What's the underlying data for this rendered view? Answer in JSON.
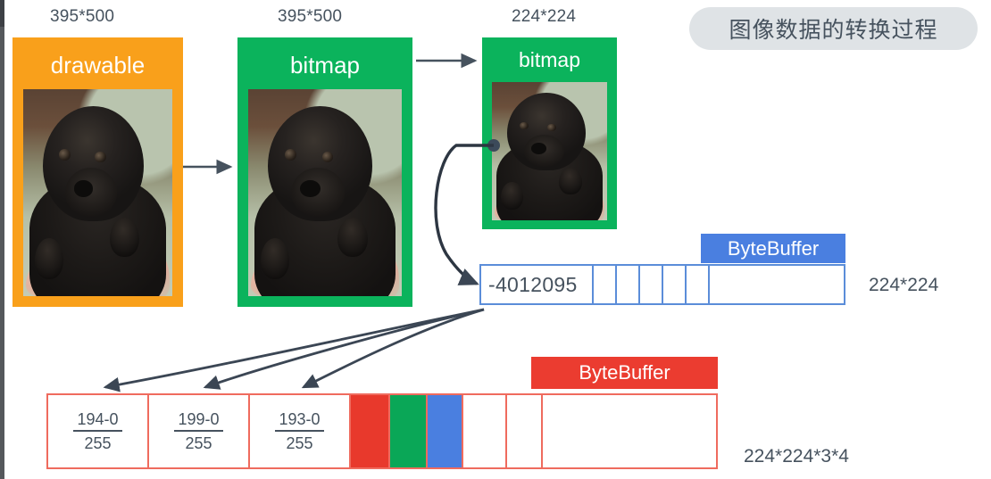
{
  "title_pill": {
    "text": "图像数据的转换过程"
  },
  "pipeline": {
    "stages": [
      {
        "id": "drawable",
        "caption": "395*500",
        "label": "drawable",
        "color": "#f9a01b"
      },
      {
        "id": "bitmap-full",
        "caption": "395*500",
        "label": "bitmap",
        "color": "#0bb35c"
      },
      {
        "id": "bitmap-scaled",
        "caption": "224*224",
        "label": "bitmap",
        "color": "#0bb35c"
      }
    ]
  },
  "int_buffer": {
    "tag_label": "ByteBuffer",
    "tag_color": "#4a7fe0",
    "border_color": "#5b8dd9",
    "first_cell_value": "-4012095",
    "empty_cells": 5,
    "size_caption": "224*224"
  },
  "float_buffer": {
    "tag_label": "ByteBuffer",
    "tag_color": "#eb3c30",
    "border_color": "#ef6b5e",
    "size_caption": "224*224*3*4",
    "fractions": [
      {
        "numerator": "194-0",
        "denominator": "255"
      },
      {
        "numerator": "199-0",
        "denominator": "255"
      },
      {
        "numerator": "193-0",
        "denominator": "255"
      }
    ],
    "channel_swatches": [
      {
        "name": "red-channel",
        "color": "#e8392c"
      },
      {
        "name": "green-channel",
        "color": "#0aa757"
      },
      {
        "name": "blue-channel",
        "color": "#4a7fe0"
      }
    ],
    "trailing_empty_cells": 2
  },
  "connectors": {
    "arrow_color": "#46525e",
    "pixel_dot_color": "#3c4a5a"
  }
}
